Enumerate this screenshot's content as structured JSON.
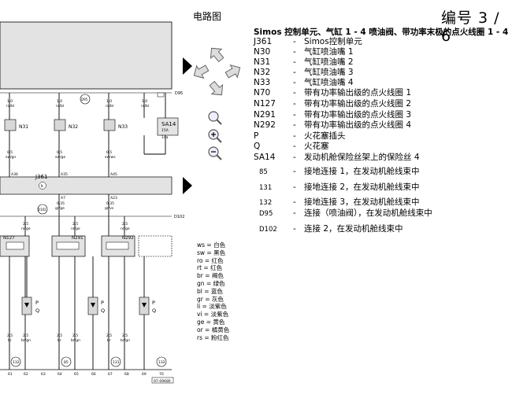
{
  "header": {
    "title": "电路图",
    "doc_number": "编号 3 / 6"
  },
  "legend": {
    "title": "Simos 控制单元、气缸 1 - 4 喷油阀、带功率末极的点火线圈 1 - 4",
    "items": [
      {
        "code": "J361",
        "desc": "Simos控制单元",
        "small": false
      },
      {
        "code": "N30",
        "desc": "气缸喷油嘴 1",
        "small": false
      },
      {
        "code": "N31",
        "desc": "气缸喷油嘴 2",
        "small": false
      },
      {
        "code": "N32",
        "desc": "气缸喷油嘴 3",
        "small": false
      },
      {
        "code": "N33",
        "desc": "气缸喷油嘴 4",
        "small": false
      },
      {
        "code": "N70",
        "desc": "带有功率输出级的点火线圈 1",
        "small": false
      },
      {
        "code": "N127",
        "desc": "带有功率输出级的点火线圈 2",
        "small": false
      },
      {
        "code": "N291",
        "desc": "带有功率输出级的点火线圈 3",
        "small": false
      },
      {
        "code": "N292",
        "desc": "带有功率输出级的点火线圈 4",
        "small": false
      },
      {
        "code": "P",
        "desc": "火花塞插头",
        "small": false
      },
      {
        "code": "Q",
        "desc": "火花塞",
        "small": false
      },
      {
        "code": "SA14",
        "desc": "发动机舱保险丝架上的保险丝 4",
        "small": false
      },
      {
        "code": "85",
        "desc": "接地连接 1，在发动机舱线束中",
        "small": true
      },
      {
        "code": "131",
        "desc": "接地连接 2，在发动机舱线束中",
        "small": true
      },
      {
        "code": "132",
        "desc": "接地连接 3，在发动机舱线束中",
        "small": true
      },
      {
        "code": "D95",
        "desc": "连接（喷油阀），在发动机舱线束中",
        "small": true
      },
      {
        "code": "D102",
        "desc": "连接 2，在发动机舱线束中",
        "small": true
      }
    ]
  },
  "wire_colors": [
    "ws = 白色",
    "sw = 黑色",
    "ro = 红色",
    "rt = 红色",
    "br = 褐色",
    "gn = 绿色",
    "bl = 蓝色",
    "gr = 灰色",
    "li = 淡紫色",
    "vi = 淡紫色",
    "ge = 黄色",
    "or = 橘黄色",
    "rs = 粉红色"
  ],
  "diagram": {
    "conn_top": "D95",
    "conn_mid": "D102",
    "unit": "J361",
    "fuse_label": "SA14",
    "fuse_rating": "15A",
    "fuse_pin": "14a",
    "injectors": [
      "N31",
      "N32",
      "N33"
    ],
    "coils": [
      "N127",
      "N291",
      "N292"
    ],
    "plug": "P",
    "spark": "Q",
    "ground_top": "D95",
    "ground_mid": "D102",
    "ground_labels": [
      "132",
      "85",
      "131",
      "132"
    ],
    "wire_top": [
      {
        "size": "1,0",
        "color": "ro/bl"
      },
      {
        "size": "1,0",
        "color": "ro/bl"
      },
      {
        "size": "1,0",
        "color": "ro/bl"
      },
      {
        "size": "1,0",
        "color": "ro/bl"
      }
    ],
    "wire_inj": [
      {
        "size": "0,5",
        "color": "sw/gn"
      },
      {
        "size": "0,5",
        "color": "sw/ge"
      },
      {
        "size": "0,5",
        "color": "sw/ws"
      }
    ],
    "pins_j": [
      "A36",
      "A35",
      "A45"
    ],
    "pins_j_bottom": [
      "A7",
      "A23"
    ],
    "wire_coil": [
      {
        "size": "0,35",
        "color": "gr/ge"
      },
      {
        "size": "0,35",
        "color": "gr/vs"
      }
    ],
    "wire_coil_top": [
      {
        "size": "2,5",
        "color": "ro/ge"
      },
      {
        "size": "2,5",
        "color": "ro/ge"
      },
      {
        "size": "2,5",
        "color": "ro/ge"
      }
    ],
    "wire_bottom": [
      {
        "size": "2,5",
        "color": "br"
      },
      {
        "size": "2,5",
        "color": "br/gn"
      },
      {
        "size": "2,5",
        "color": "br"
      },
      {
        "size": "2,5",
        "color": "br/gn"
      },
      {
        "size": "2,5",
        "color": "br"
      },
      {
        "size": "2,5",
        "color": "br/gn"
      }
    ],
    "bottom_numbers": [
      "61",
      "62",
      "63",
      "64",
      "65",
      "66",
      "67",
      "68",
      "69",
      "70"
    ],
    "page_ref": "97-09680"
  },
  "nav_icons": [
    "arrow-right-icon",
    "arrow-up-icon",
    "arrow-left-up-icon",
    "arrow-right-icon",
    "arrow-left-icon",
    "zoom-icon",
    "zoom-in-icon",
    "zoom-out-icon",
    "arrow-right-icon"
  ]
}
